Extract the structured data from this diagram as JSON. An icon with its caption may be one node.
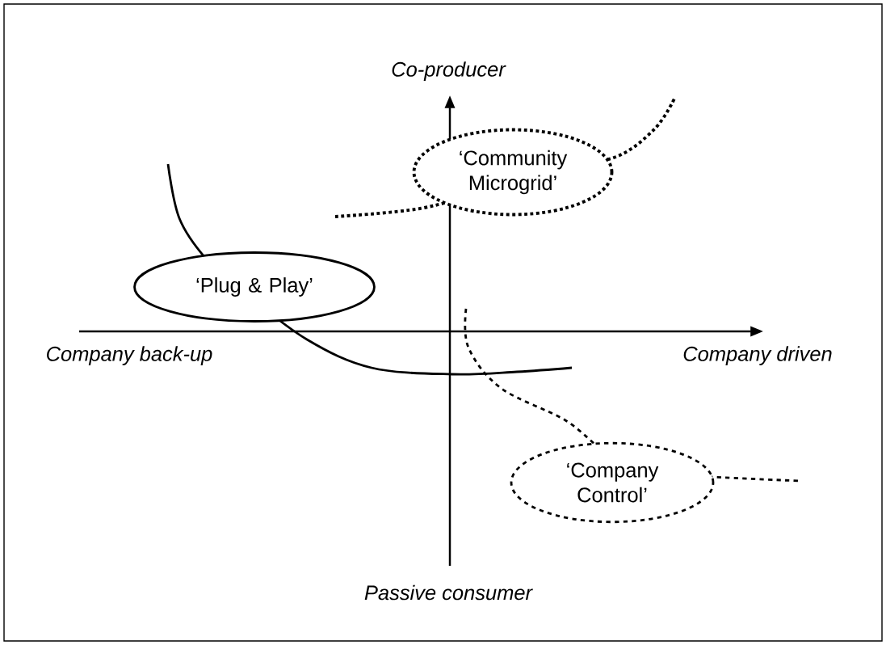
{
  "diagram": {
    "nodes": [
      {
        "text": [
          "‘Community Microgrid’"
        ]
      },
      {
        "text": [
          "‘Plug & Play’"
        ]
      },
      {
        "text": [
          "‘Company Control’"
        ]
      }
    ],
    "labels": [
      "Co-producer",
      "Company back-up",
      "Company driven",
      "Passive consumer"
    ]
  }
}
